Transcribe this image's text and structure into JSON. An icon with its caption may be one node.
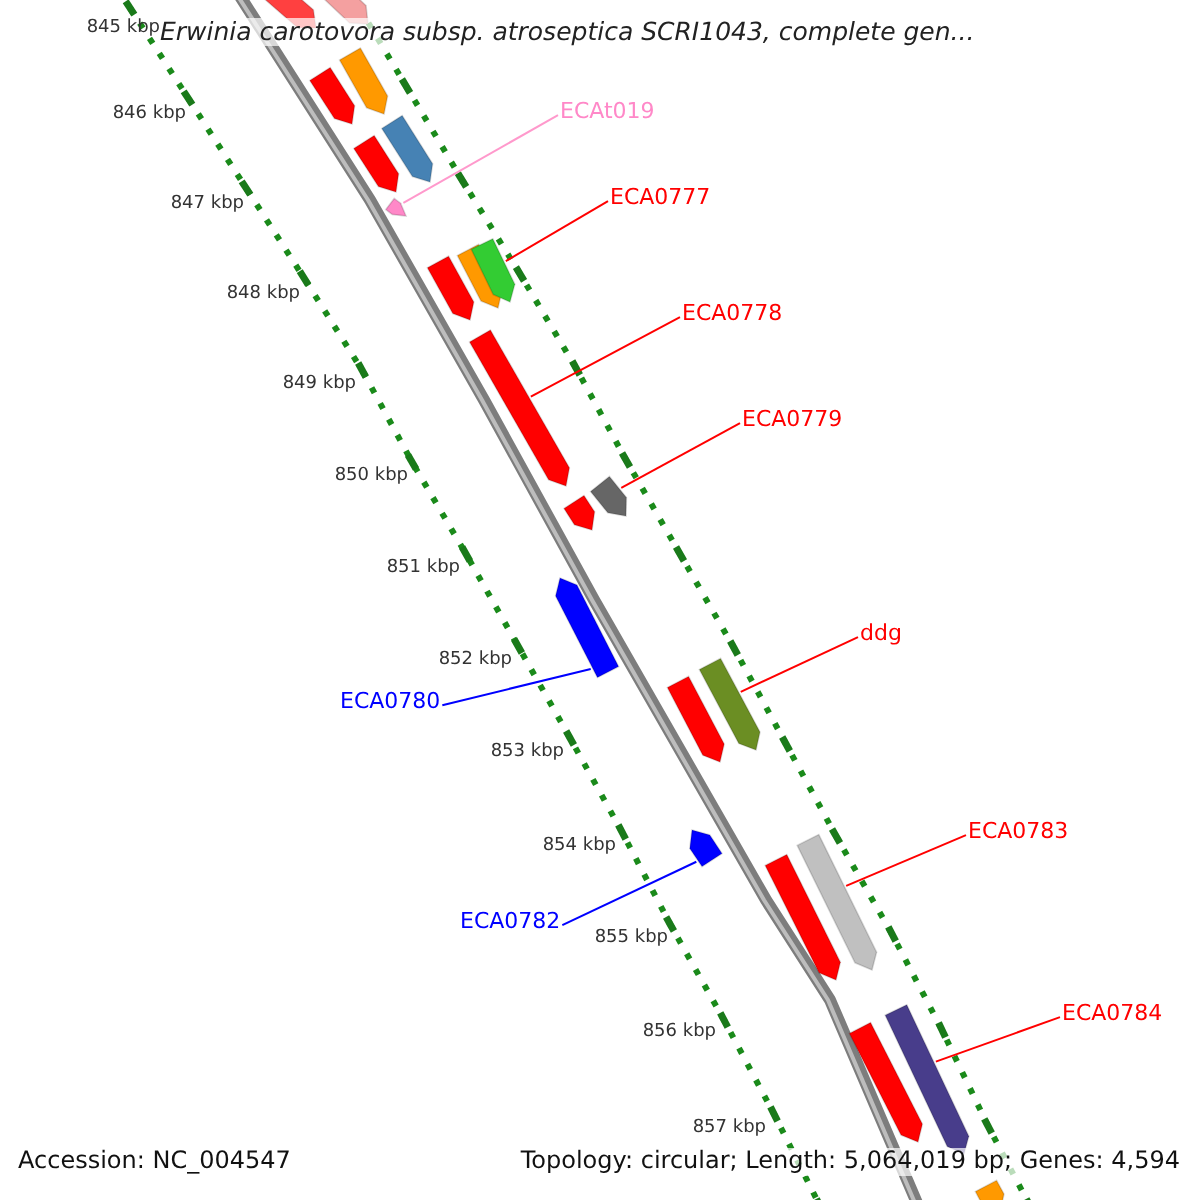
{
  "diagram": {
    "title": "Erwinia carotovora subsp. atroseptica SCRI1043, complete gen...",
    "nodes": [
      {
        "text": [
          "ECAt019"
        ]
      },
      {
        "text": [
          "ECA0777"
        ]
      },
      {
        "text": [
          "ECA0778"
        ]
      },
      {
        "text": [
          "ECA0779"
        ]
      },
      {
        "text": [
          "ddg"
        ]
      },
      {
        "text": [
          "ECA0780"
        ]
      },
      {
        "text": [
          "ECA0782"
        ]
      },
      {
        "text": [
          "ECA0783"
        ]
      },
      {
        "text": [
          "ECA0784"
        ]
      },
      {
        "text": [],
        "shape": "bar"
      },
      {
        "text": [],
        "shape": "bar"
      },
      {
        "text": [],
        "shape": "bar"
      },
      {
        "text": [],
        "shape": "bar"
      },
      {
        "text": [],
        "shape": "bar"
      },
      {
        "text": [],
        "shape": "bar"
      },
      {
        "text": [],
        "shape": "bar"
      },
      {
        "text": [],
        "shape": "bar"
      },
      {
        "text": [],
        "shape": "bar"
      }
    ],
    "edges": [
      {
        "from": 0,
        "to": 9,
        "arrow": "none",
        "color": "#ff99cc"
      },
      {
        "from": 1,
        "to": 10,
        "arrow": "none"
      },
      {
        "from": 2,
        "to": 11,
        "arrow": "none"
      },
      {
        "from": 3,
        "to": 12,
        "arrow": "none"
      },
      {
        "from": 4,
        "to": 14,
        "arrow": "none"
      },
      {
        "from": 5,
        "to": 13,
        "arrow": "none",
        "color": "#0000ff"
      },
      {
        "from": 6,
        "to": 15,
        "arrow": "none",
        "color": "#0000ff"
      },
      {
        "from": 7,
        "to": 16,
        "arrow": "none"
      },
      {
        "from": 8,
        "to": 17,
        "arrow": "none"
      }
    ],
    "labels": [
      "845 kbp",
      "846 kbp",
      "847 kbp",
      "848 kbp",
      "849 kbp",
      "850 kbp",
      "851 kbp",
      "852 kbp",
      "853 kbp",
      "854 kbp",
      "855 kbp",
      "856 kbp",
      "857 kbp",
      "Accession: NC_004547",
      "Topology: circular; Length: 5,064,019 bp; Genes: 4,594"
    ]
  }
}
